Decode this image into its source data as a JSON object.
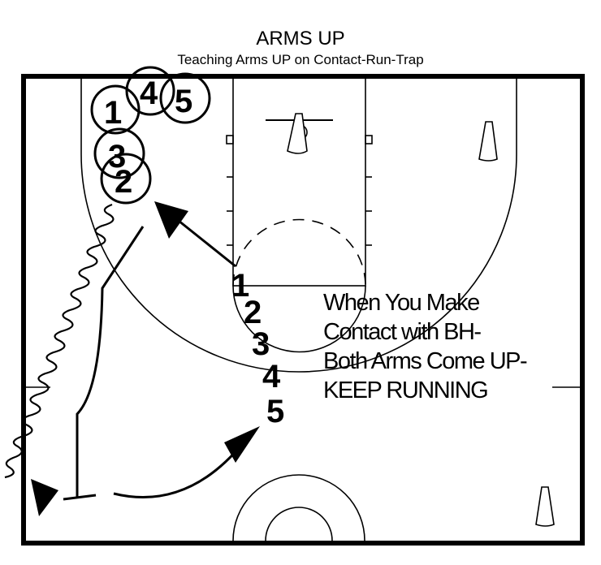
{
  "title": "ARMS UP",
  "subtitle": "Teaching Arms UP on Contact-Run-Trap",
  "note_lines": [
    "When You Make",
    "Contact with BH-",
    "Both Arms Come UP-",
    "KEEP RUNNING"
  ],
  "players_circled": [
    "1",
    "4",
    "5",
    "3",
    "2"
  ],
  "players_line": [
    "1",
    "2",
    "3",
    "4",
    "5"
  ]
}
